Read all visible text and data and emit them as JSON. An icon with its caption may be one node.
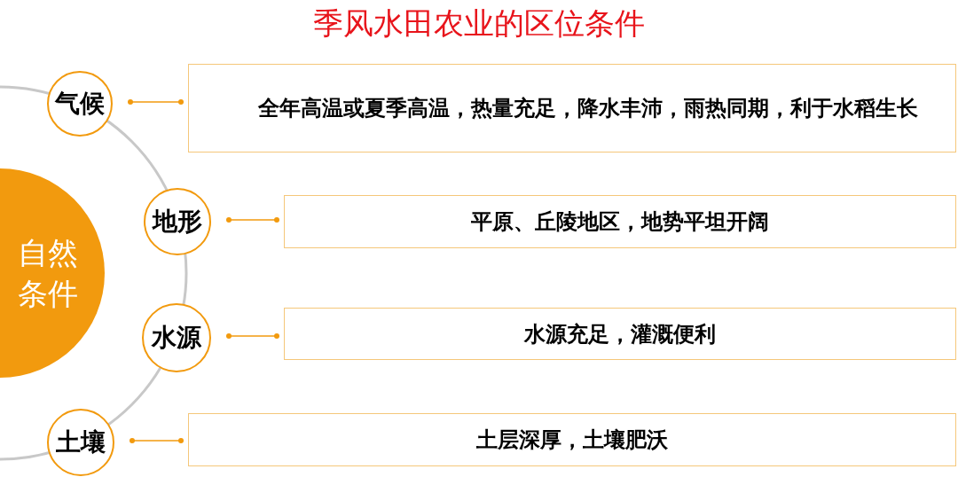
{
  "diagram": {
    "title": "季风水田农业的区位条件",
    "nodes": [
      {
        "text": [
          "自然条件"
        ]
      },
      {
        "text": [
          "气候"
        ]
      },
      {
        "text": [
          "地形"
        ]
      },
      {
        "text": [
          "水源"
        ]
      },
      {
        "text": [
          "土壤"
        ]
      },
      {
        "text": [
          "全年高温或夏季高温，热量充足，降水丰沛，雨热同期，利于水稻生长"
        ]
      },
      {
        "text": [
          "平原、丘陵地区，地势平坦开阔"
        ]
      },
      {
        "text": [
          "水源充足，灌溉便利"
        ]
      },
      {
        "text": [
          "土层深厚，土壤肥沃"
        ]
      }
    ],
    "edges": [
      {
        "from": 1,
        "to": 5,
        "arrow": "other"
      },
      {
        "from": 2,
        "to": 6,
        "arrow": "other"
      },
      {
        "from": 3,
        "to": 7,
        "arrow": "other"
      },
      {
        "from": 4,
        "to": 8,
        "arrow": "other"
      }
    ]
  }
}
